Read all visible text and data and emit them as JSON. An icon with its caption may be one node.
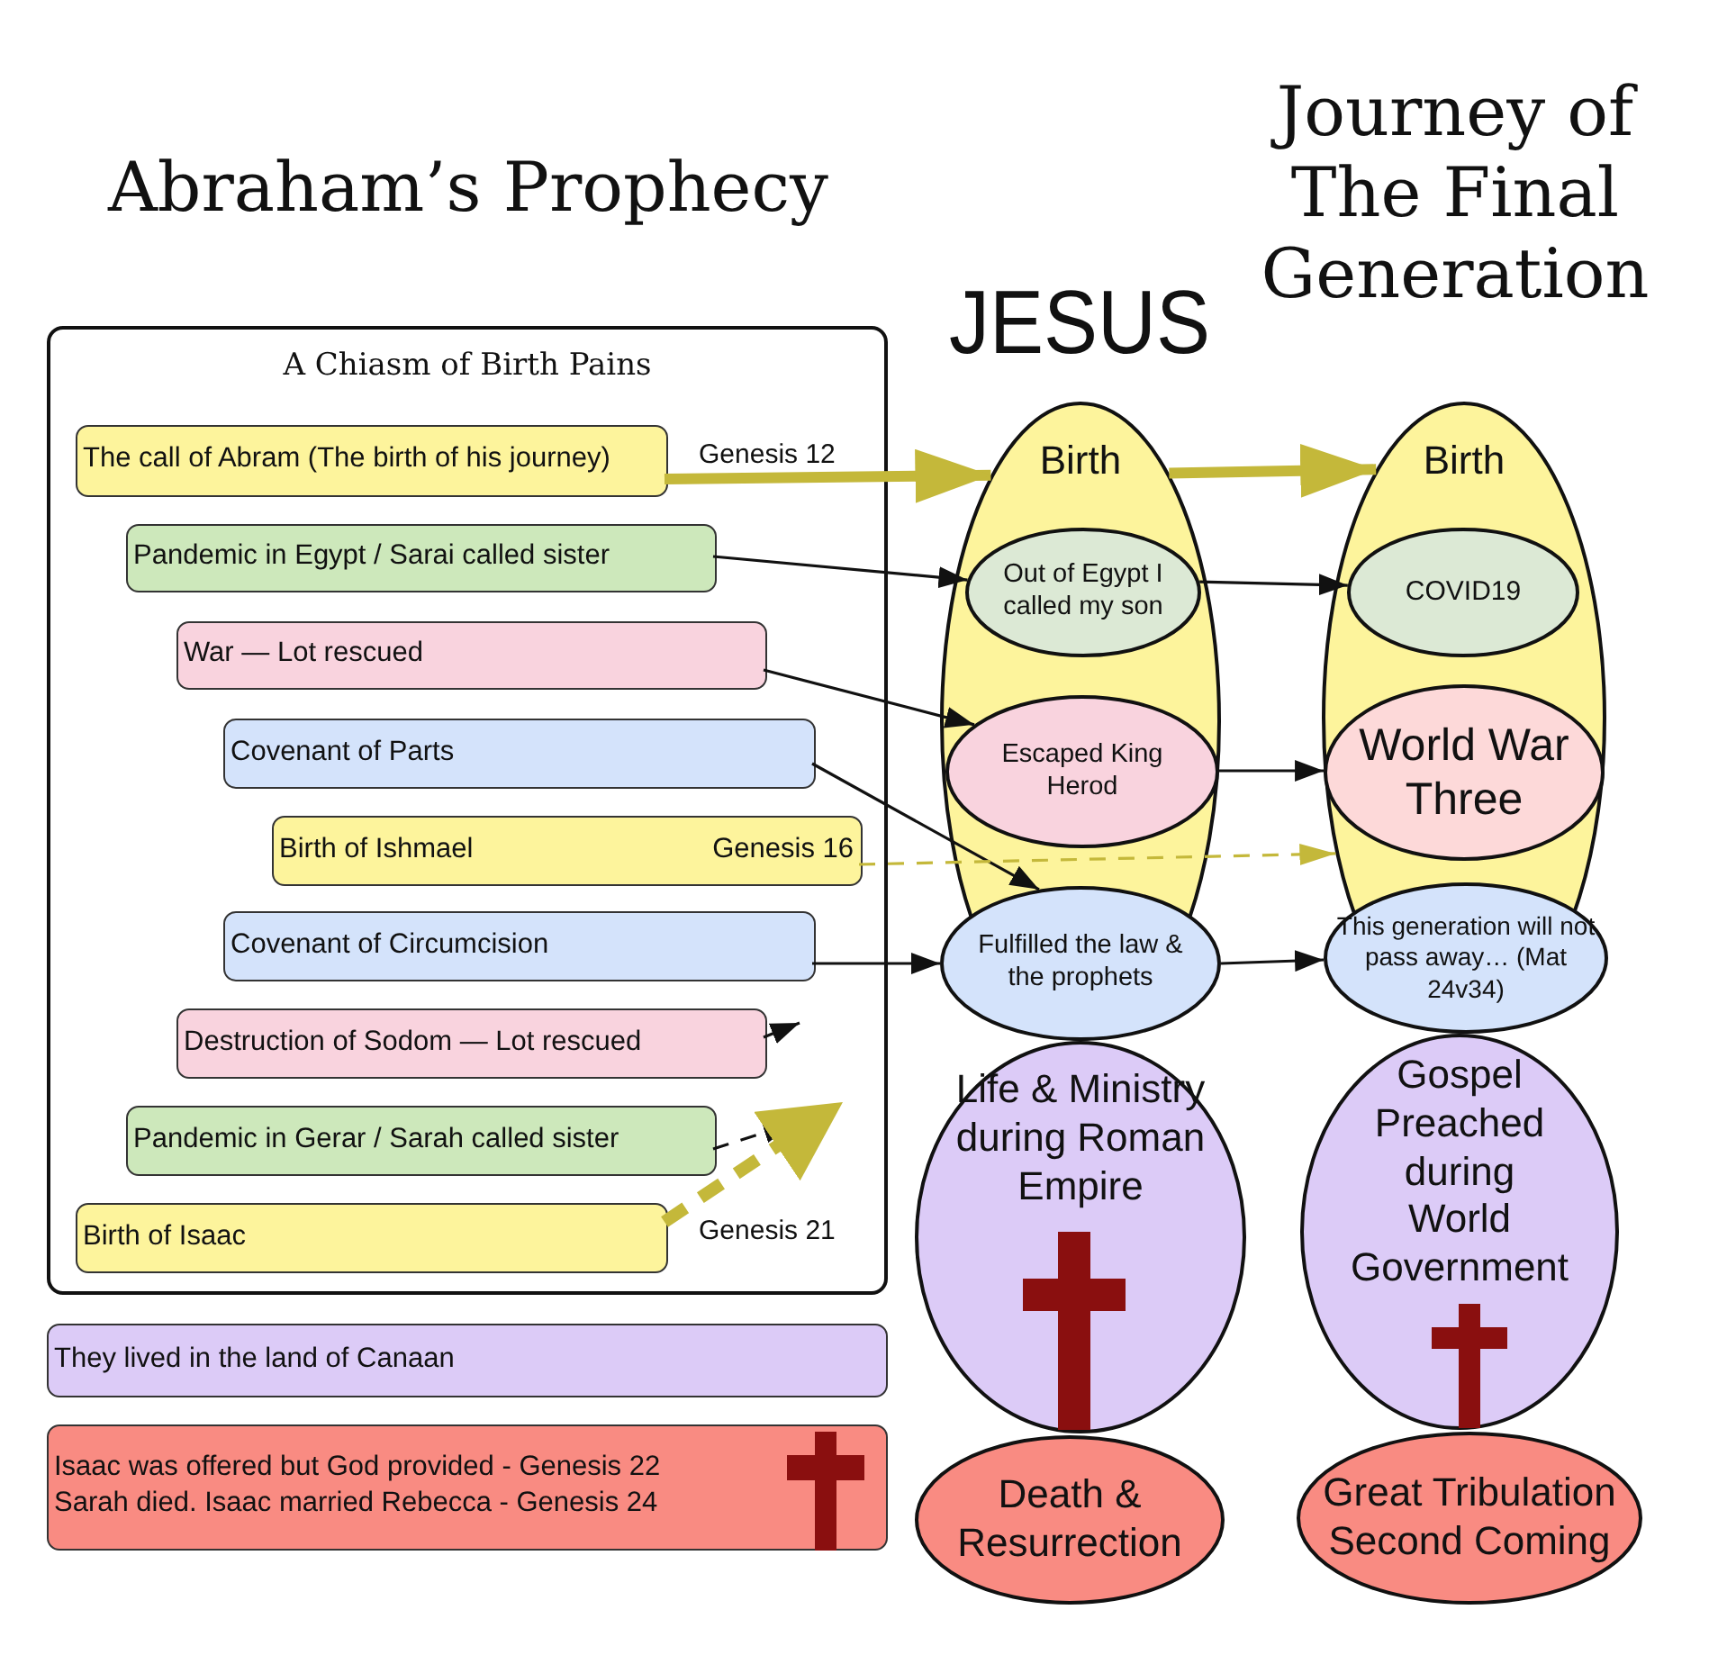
{
  "diagram": {
    "title": "Abraham’s Prophecy",
    "nodes": [
      {
        "text": [
          "A Chiasm of Birth Pains"
        ]
      },
      {
        "text": [
          "The call of Abram (The birth of his journey)"
        ],
        "in": 0,
        "beside": [
          "Genesis 12"
        ]
      },
      {
        "text": [
          "Pandemic in Egypt / Sarai called sister"
        ],
        "in": 0
      },
      {
        "text": [
          "War — Lot rescued"
        ],
        "in": 0
      },
      {
        "text": [
          "Covenant of Parts"
        ],
        "in": 0
      },
      {
        "text": [
          "Birth of Ishmael",
          "Genesis 16"
        ],
        "in": 0
      },
      {
        "text": [
          "Covenant of Circumcision"
        ],
        "in": 0
      },
      {
        "text": [
          "Destruction of Sodom — Lot rescued"
        ],
        "in": 0
      },
      {
        "text": [
          "Pandemic in Gerar / Sarah called sister"
        ],
        "in": 0
      },
      {
        "text": [
          "Birth of Isaac"
        ],
        "in": 0,
        "beside": [
          "Genesis 21"
        ]
      },
      {
        "text": [
          "They lived in the land of Canaan"
        ]
      },
      {
        "text": [
          "Isaac was offered but God provided - Genesis 22",
          "Sarah died. Isaac married Rebecca - Genesis 24"
        ]
      },
      {
        "text": [
          "Birth"
        ],
        "beside": [
          "JESUS"
        ]
      },
      {
        "text": [
          "Out of Egypt I called my son"
        ],
        "in": 12
      },
      {
        "text": [
          "Escaped King Herod"
        ],
        "in": 12
      },
      {
        "text": [
          "Fulfilled the law & the prophets"
        ],
        "in": 12
      },
      {
        "text": [
          "Life & Ministry during Roman Empire"
        ]
      },
      {
        "text": [
          "Death & Resurrection"
        ]
      },
      {
        "text": [
          "Birth"
        ],
        "beside": [
          "Journey of The Final Generation"
        ]
      },
      {
        "text": [
          "COVID19"
        ],
        "in": 18
      },
      {
        "text": [
          "World War Three"
        ],
        "in": 18
      },
      {
        "text": [
          "This generation will not pass away… (Mat 24v34)"
        ],
        "in": 18
      },
      {
        "text": [
          "Gospel Preached during World Government"
        ]
      },
      {
        "text": [
          "Great Tribulation Second Coming"
        ]
      }
    ],
    "edges": [
      {
        "from": 1,
        "to": 12,
        "arrow": "to",
        "style": "thick",
        "color": "#c4b83a"
      },
      {
        "from": 12,
        "to": 18,
        "arrow": "to",
        "style": "thick",
        "color": "#c4b83a"
      },
      {
        "from": 2,
        "to": 13,
        "arrow": "to"
      },
      {
        "from": 13,
        "to": 19,
        "arrow": "to"
      },
      {
        "from": 3,
        "to": 14,
        "arrow": "to"
      },
      {
        "from": 14,
        "to": 20,
        "arrow": "to"
      },
      {
        "from": 4,
        "to": 15,
        "arrow": "to"
      },
      {
        "from": 5,
        "to": 18,
        "arrow": "to",
        "style": "dashed",
        "color": "#c4b83a"
      },
      {
        "from": 6,
        "to": 15,
        "arrow": "to"
      },
      {
        "from": 15,
        "to": 21,
        "arrow": "to"
      },
      {
        "from": 7,
        "to": null,
        "arrow": "to",
        "style": "dashed"
      },
      {
        "from": 8,
        "to": null,
        "arrow": "to",
        "style": "dashed"
      },
      {
        "from": 9,
        "to": null,
        "arrow": "to",
        "style": "dashed",
        "color": "#c4b83a"
      }
    ]
  }
}
